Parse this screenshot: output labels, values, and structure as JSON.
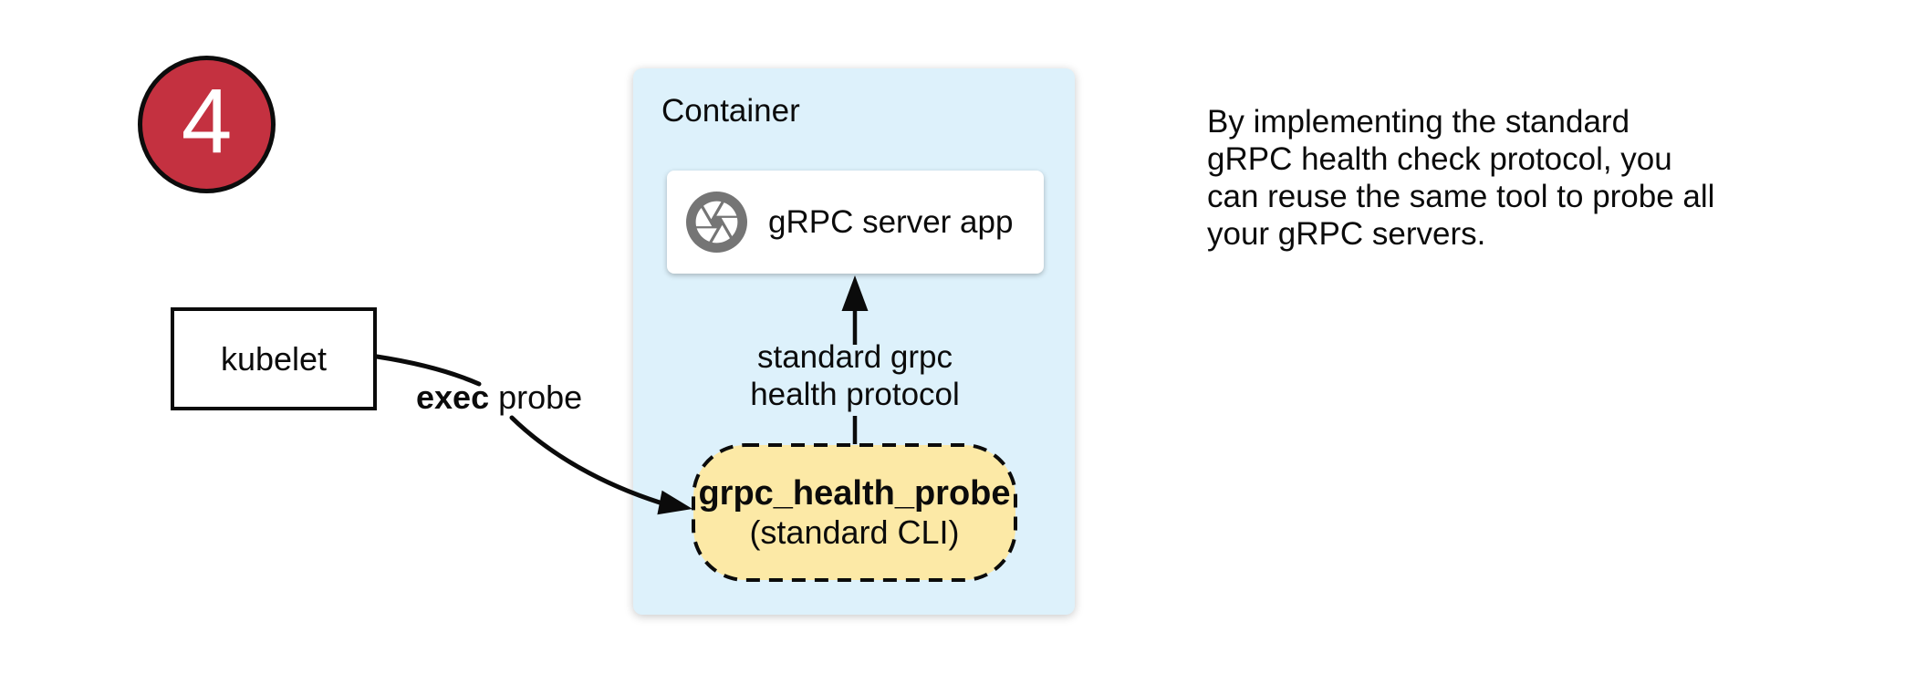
{
  "badge": {
    "number": "4"
  },
  "nodes": {
    "kubelet": {
      "label": "kubelet"
    },
    "container": {
      "label": "Container"
    },
    "grpc_server": {
      "label": "gRPC server app",
      "icon": "aperture"
    },
    "health_probe": {
      "title": "grpc_health_probe",
      "subtitle": "(standard CLI)"
    }
  },
  "edges": {
    "exec_probe": {
      "bold": "exec",
      "rest": " probe"
    },
    "health_protocol": {
      "line1": "standard grpc",
      "line2": "health protocol"
    }
  },
  "caption": {
    "lines": [
      "By implementing the standard",
      "gRPC health check protocol, you",
      "can reuse the same tool to probe all",
      "your gRPC servers."
    ]
  },
  "colors": {
    "badge_fill": "#C43140",
    "container_fill": "#DDF1FB",
    "probe_fill": "#FCE9A6",
    "icon_gray": "#757575",
    "stroke": "#0b0b0b"
  }
}
